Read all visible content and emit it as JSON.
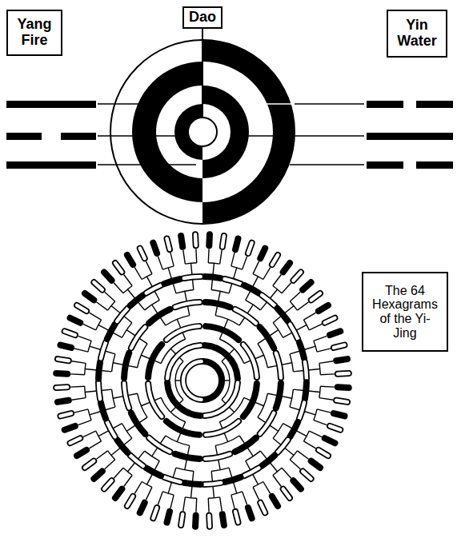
{
  "diagram": {
    "nodes": [
      {
        "text": [
          "Yang Fire"
        ]
      },
      {
        "text": [
          "Dao"
        ]
      },
      {
        "text": [
          "Yin Water"
        ]
      },
      {
        "text": [
          "The 64 Hexagrams of the Yi-Jing"
        ]
      }
    ]
  }
}
